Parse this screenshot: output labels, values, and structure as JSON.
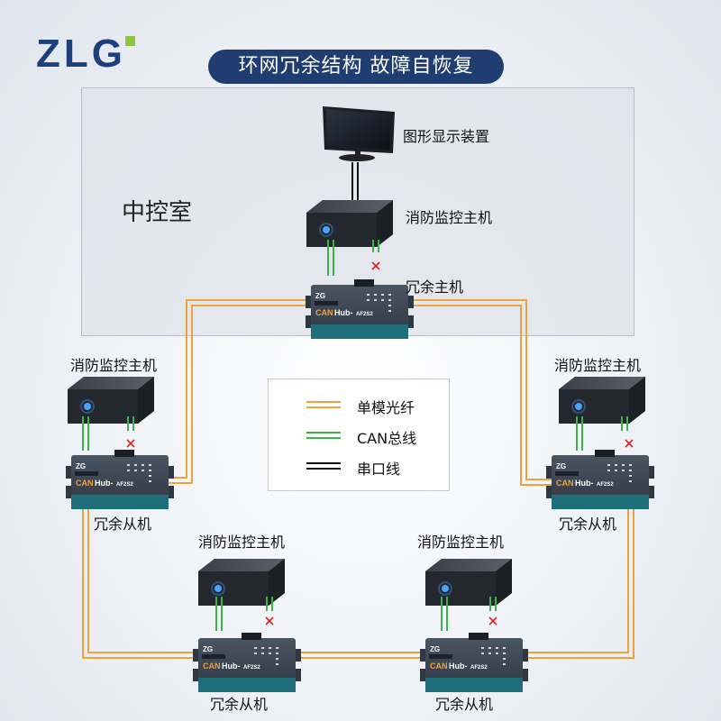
{
  "header": {
    "logo_text": "ZLG",
    "title": "环网冗余结构 故障自恢复"
  },
  "control_room": {
    "label": "中控室",
    "monitor_label": "图形显示装置",
    "host_label": "消防监控主机",
    "master_label": "冗余主机"
  },
  "nodes": {
    "left_host_label": "消防监控主机",
    "left_slave_label": "冗余从机",
    "right_host_label": "消防监控主机",
    "right_slave_label": "冗余从机",
    "bottom_left_host_label": "消防监控主机",
    "bottom_left_slave_label": "冗余从机",
    "bottom_right_host_label": "消防监控主机",
    "bottom_right_slave_label": "冗余从机"
  },
  "device": {
    "brand": "ZG",
    "model_prefix": "CAN",
    "model_name": "Hub-",
    "model_badge": "AF2S2"
  },
  "legend": {
    "fiber": "单模光纤",
    "can": "CAN总线",
    "serial": "串口线"
  },
  "colors": {
    "fiber": "#f0a23a",
    "can": "#3cb34a",
    "serial": "#111111",
    "fault": "#e02020",
    "title_bg": "#1f3d70",
    "logo": "#1d3f7c",
    "logo_accent": "#8cc63f"
  },
  "icons": {
    "fault_mark": "x-icon",
    "hub": "canhub-device",
    "host": "host-box",
    "monitor": "monitor-icon"
  }
}
